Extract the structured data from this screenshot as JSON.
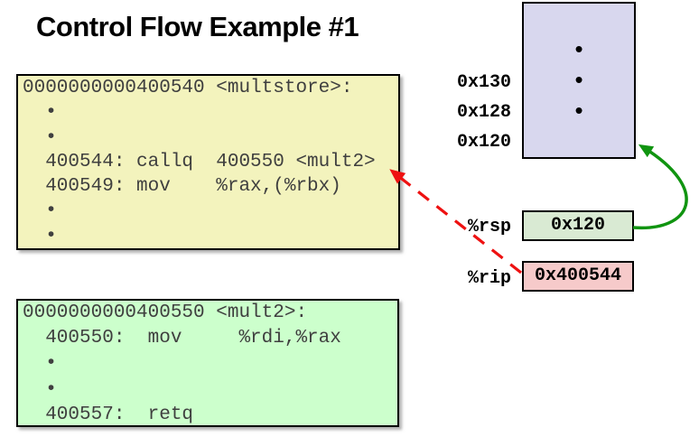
{
  "title": "Control Flow Example #1",
  "colors": {
    "multstore_fill": "#f3f3bd",
    "mult2_fill": "#ccffcc",
    "stack_fill": "#d8d7ee",
    "rsp_fill": "#d9ead3",
    "rip_fill": "#f6caca",
    "red_arrow": "#ee1111",
    "green_arrow": "#109410"
  },
  "multstore_box": {
    "lines": [
      "0000000000400540 <multstore>:",
      "  •",
      "  •",
      "  400544: callq  400550 <mult2>",
      "  400549: mov    %rax,(%rbx)",
      "  •",
      "  •"
    ]
  },
  "mult2_box": {
    "lines": [
      "0000000000400550 <mult2>:",
      "  400550:  mov     %rdi,%rax",
      "  •",
      "  •",
      "  400557:  retq"
    ]
  },
  "stack": {
    "address_labels": [
      "0x130",
      "0x128",
      "0x120"
    ],
    "dots": [
      "•",
      "•",
      "•"
    ]
  },
  "registers": {
    "rsp": {
      "label": "%rsp",
      "value": "0x120"
    },
    "rip": {
      "label": "%rip",
      "value": "0x400544"
    }
  }
}
